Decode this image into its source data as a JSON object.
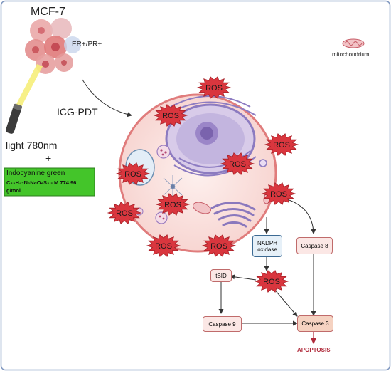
{
  "labels": {
    "cell_line": "MCF-7",
    "receptor": "ER+/PR+",
    "legend_mito": "mitochondrium",
    "therapy": "ICG-PDT",
    "light": "light 780nm",
    "plus": "+",
    "ros": "ROS",
    "apoptosis": "APOPTOSIS"
  },
  "dye_label": {
    "name": "Indocyanine green",
    "formula": "C₄₃H₄₇N₂NaO₆S₂ - M 774.96",
    "unit": "g/mol"
  },
  "pathway": {
    "nadph_line1": "NADPH",
    "nadph_line2": "oxidase",
    "caspase8": "Caspase 8",
    "tbid": "tBID",
    "caspase9": "Caspase 9",
    "caspase3": "Caspase 3"
  },
  "colors": {
    "frame_border": "#7f97bf",
    "cell_fill": "#fbe3e0",
    "cell_border": "#e07c7c",
    "ros_fill": "#d9363e",
    "nucleus": "#8c7bc0",
    "nadph_fill": "#e6f0f8",
    "nadph_border": "#3c6a93",
    "caspase_fill": "#fbe7e5",
    "caspase_border": "#c06b6b",
    "caspase3_fill": "#f5d2c1",
    "apoptosis_text": "#b02a3a"
  }
}
